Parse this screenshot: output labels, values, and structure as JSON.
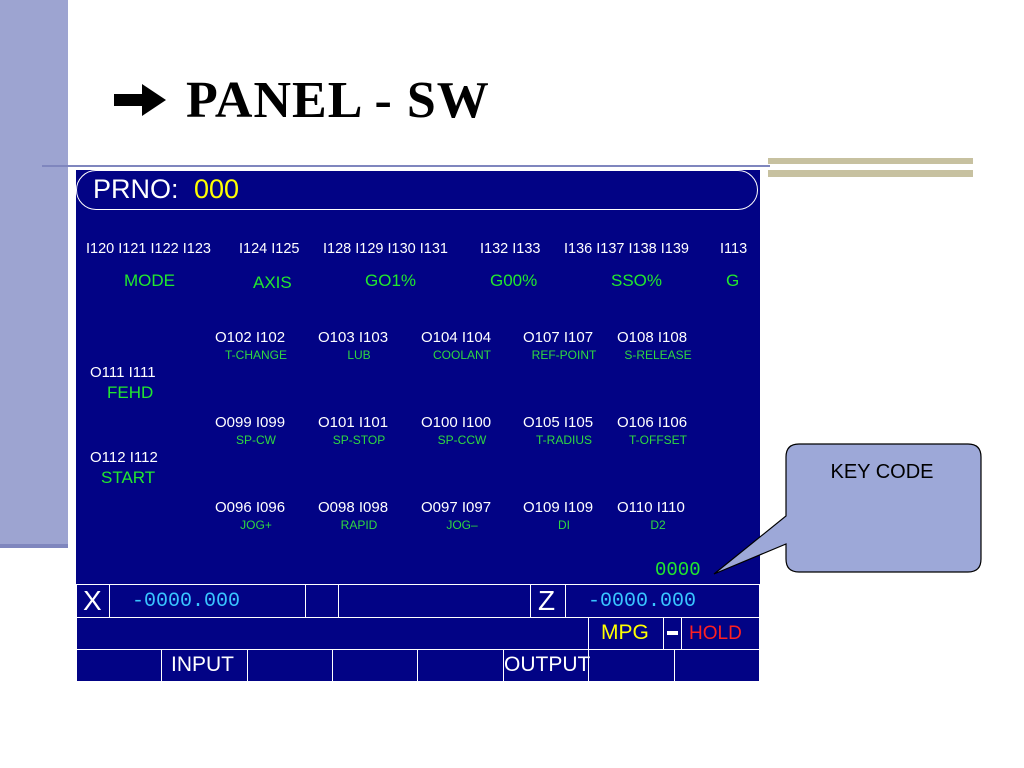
{
  "slide": {
    "title": "PANEL - SW",
    "arrow_icon": "right-arrow-icon"
  },
  "screen": {
    "prno_label": "PRNO:",
    "prno_value": "000",
    "io_groups": [
      {
        "codes": "I120 I121 I122 I123",
        "name": "MODE"
      },
      {
        "codes": "I124 I125",
        "name": "AXIS"
      },
      {
        "codes": "I128 I129 I130 I131",
        "name": "GO1%"
      },
      {
        "codes": "I132 I133",
        "name": "G00%"
      },
      {
        "codes": "I136 I137 I138 I139",
        "name": "SSO%"
      },
      {
        "codes": "I113",
        "name": "G"
      }
    ],
    "side_keys": [
      {
        "io": "O111 I111",
        "name": "FEHD"
      },
      {
        "io": "O112 I112",
        "name": "START"
      }
    ],
    "switch_rows": [
      [
        {
          "io": "O102 I102",
          "name": "T-CHANGE"
        },
        {
          "io": "O103 I103",
          "name": "LUB"
        },
        {
          "io": "O104 I104",
          "name": "COOLANT"
        },
        {
          "io": "O107 I107",
          "name": "REF-POINT"
        },
        {
          "io": "O108 I108",
          "name": "S-RELEASE"
        }
      ],
      [
        {
          "io": "O099 I099",
          "name": "SP-CW"
        },
        {
          "io": "O101 I101",
          "name": "SP-STOP"
        },
        {
          "io": "O100 I100",
          "name": "SP-CCW"
        },
        {
          "io": "O105 I105",
          "name": "T-RADIUS"
        },
        {
          "io": "O106 I106",
          "name": "T-OFFSET"
        }
      ],
      [
        {
          "io": "O096 I096",
          "name": "JOG+"
        },
        {
          "io": "O098 I098",
          "name": "RAPID"
        },
        {
          "io": "O097 I097",
          "name": "JOG–"
        },
        {
          "io": "O109 I109",
          "name": "DI"
        },
        {
          "io": "O110 I110",
          "name": "D2"
        }
      ]
    ],
    "key_code_value": "0000"
  },
  "status": {
    "x_label": "X",
    "x_value": "-0000.000",
    "z_label": "Z",
    "z_value": "-0000.000",
    "mpg": "MPG",
    "hold": "HOLD",
    "input_label": "INPUT",
    "output_label": "OUTPUT"
  },
  "callout": {
    "text": "KEY CODE"
  },
  "colors": {
    "screen_bg": "#020385",
    "green": "#22E82E",
    "yellow": "#FFFF00",
    "cyan": "#39C5FF",
    "red": "#FF2020",
    "callout_fill": "#9DA8D8"
  }
}
